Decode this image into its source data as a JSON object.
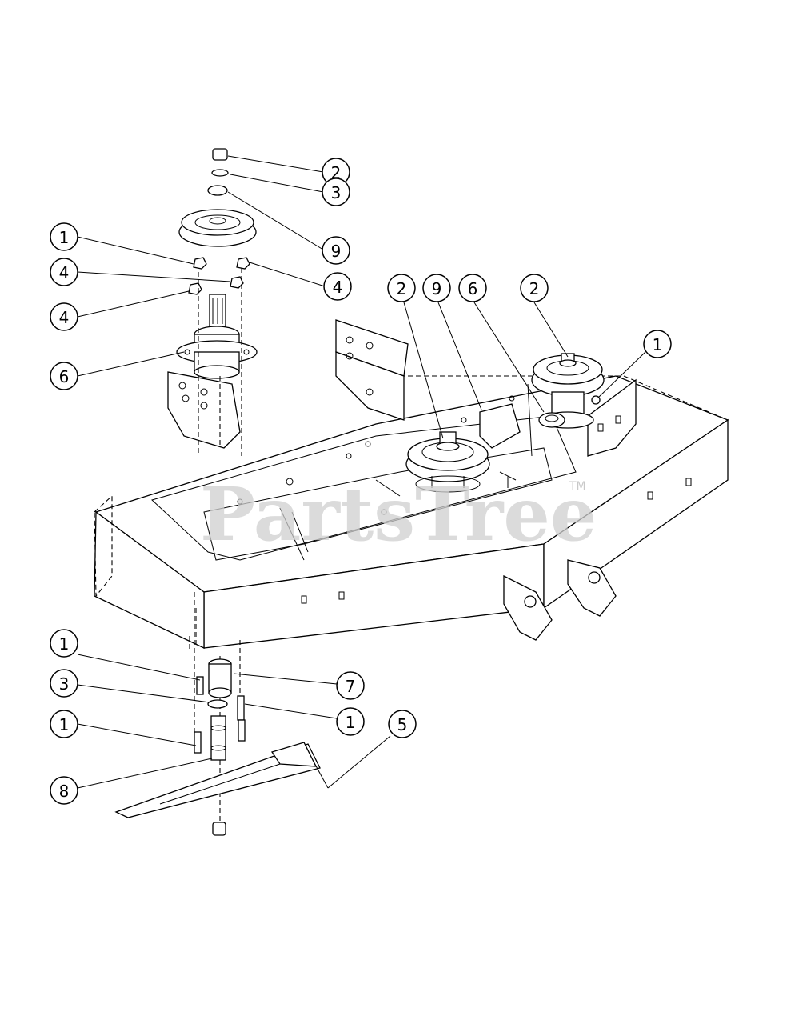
{
  "watermark": {
    "text": "PartsTree",
    "trademark": "TM"
  },
  "callouts": [
    {
      "id": "c-top-2",
      "label": "2"
    },
    {
      "id": "c-top-3",
      "label": "3"
    },
    {
      "id": "c-top-9",
      "label": "9"
    },
    {
      "id": "c-left-1",
      "label": "1"
    },
    {
      "id": "c-left-4a",
      "label": "4"
    },
    {
      "id": "c-right-4",
      "label": "4"
    },
    {
      "id": "c-left-4b",
      "label": "4"
    },
    {
      "id": "c-left-6",
      "label": "6"
    },
    {
      "id": "c-mid-2",
      "label": "2"
    },
    {
      "id": "c-mid-9",
      "label": "9"
    },
    {
      "id": "c-mid-6",
      "label": "6"
    },
    {
      "id": "c-right-2",
      "label": "2"
    },
    {
      "id": "c-right-1",
      "label": "1"
    },
    {
      "id": "c-bot-1a",
      "label": "1"
    },
    {
      "id": "c-bot-3",
      "label": "3"
    },
    {
      "id": "c-bot-1b",
      "label": "1"
    },
    {
      "id": "c-bot-8",
      "label": "8"
    },
    {
      "id": "c-bot-7",
      "label": "7"
    },
    {
      "id": "c-bot-1c",
      "label": "1"
    },
    {
      "id": "c-bot-5",
      "label": "5"
    }
  ]
}
